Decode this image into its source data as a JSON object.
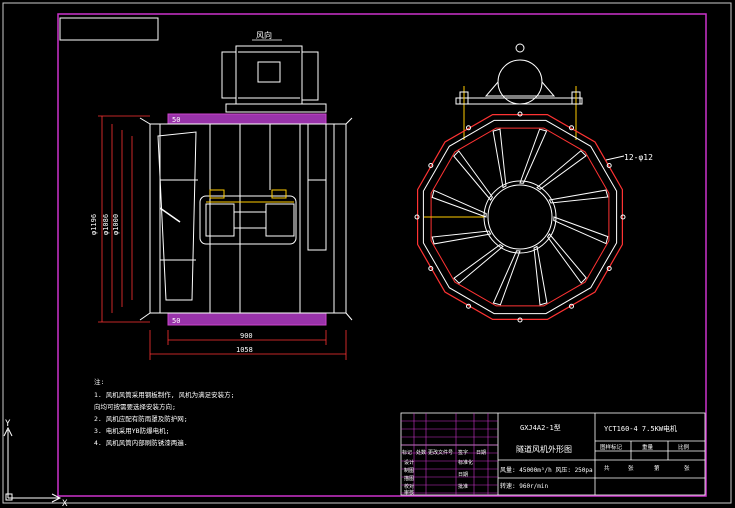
{
  "drawing": {
    "colors": {
      "background": "#000000",
      "frame": "#cc33cc",
      "line": "#ffffff",
      "dimension": "#ff3333",
      "seal": "#cc44cc",
      "accent": "#ffcc00"
    },
    "front_view": {
      "label_wind": "风向",
      "dim_height_1": "φ1196",
      "dim_height_2": "φ1086",
      "dim_height_3": "φ1000",
      "dim_width_inner": "900",
      "dim_width_outer": "1058",
      "flange_top": "50",
      "flange_bottom": "50"
    },
    "side_view": {
      "hole_label": "12-φ12"
    },
    "notes": {
      "heading": "注:",
      "items": [
        "1. 风机风筒采用钢板制作, 风机为满足安装方;",
        "   向均可按需要选择安装方向;",
        "2. 风机应配有防雨罩及防护网;",
        "3. 电机采用YB防爆电机;",
        "4. 风机风筒内部刷防锈漆两遍."
      ]
    },
    "title_block": {
      "title_line1": "GXJ4A2-1型",
      "title_line2": "隧道风机外形图",
      "motor": "YCT160-4 7.5KW电机",
      "spec_air": "风量: 45000m³/h 风压: 250pa",
      "spec_speed": "转速: 960r/min",
      "headers_right": [
        "图样标记",
        "重量",
        "比例"
      ],
      "labels_left": [
        "标记",
        "处数",
        "更改文件号",
        "签字",
        "日期"
      ],
      "labels_rows": [
        "设计",
        "制图",
        "描图",
        "校对",
        "审核"
      ],
      "labels_mid": [
        "标准化",
        "日期",
        "批准"
      ],
      "sheet": [
        "共",
        "张",
        "第",
        "张"
      ]
    },
    "ucs": {
      "y": "Y",
      "x": "X"
    }
  }
}
